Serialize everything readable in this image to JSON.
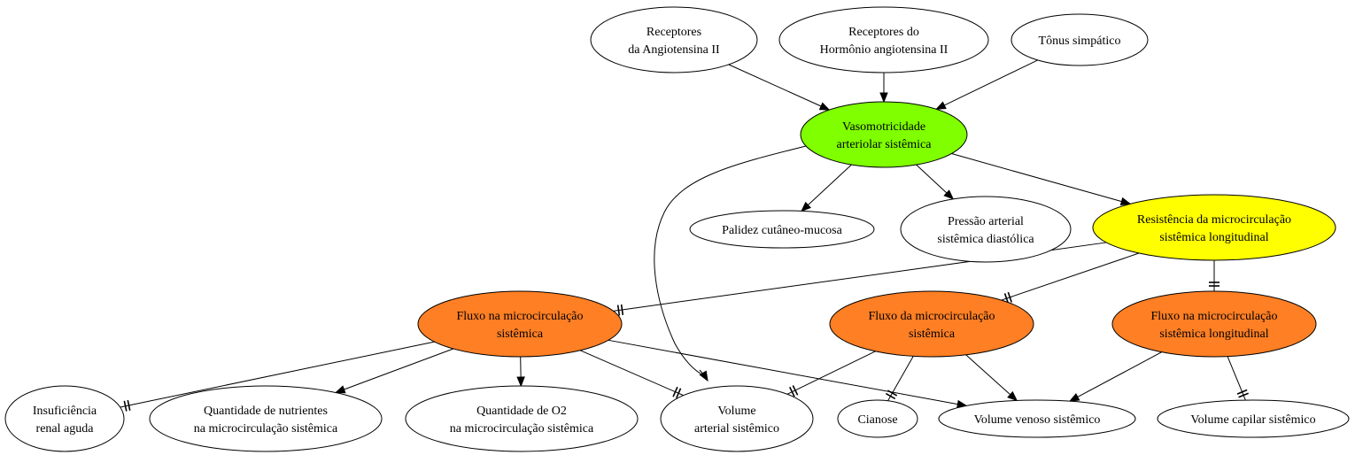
{
  "colors": {
    "white": "#ffffff",
    "green": "#7fff00",
    "yellow": "#ffff00",
    "orange": "#ff7f24"
  },
  "nodes": [
    {
      "id": "receptores-angiotensina",
      "lines": [
        "Receptores",
        "da Angiotensina II"
      ],
      "fill": "white"
    },
    {
      "id": "receptores-hormonio",
      "lines": [
        "Receptores do",
        "Hormônio angiotensina II"
      ],
      "fill": "white"
    },
    {
      "id": "tonus-simpatico",
      "lines": [
        "Tônus simpático"
      ],
      "fill": "white"
    },
    {
      "id": "vasomotricidade",
      "lines": [
        "Vasomotricidade",
        "arteriolar sistêmica"
      ],
      "fill": "green"
    },
    {
      "id": "palidez",
      "lines": [
        "Palidez cutâneo-mucosa"
      ],
      "fill": "white"
    },
    {
      "id": "pressao-arterial",
      "lines": [
        "Pressão arterial",
        "sistêmica diastólica"
      ],
      "fill": "white"
    },
    {
      "id": "resistencia",
      "lines": [
        "Resistência da microcirculação",
        "sistêmica longitudinal"
      ],
      "fill": "yellow"
    },
    {
      "id": "fluxo-na-micro",
      "lines": [
        "Fluxo na microcirculação",
        "sistêmica"
      ],
      "fill": "orange"
    },
    {
      "id": "fluxo-da-micro",
      "lines": [
        "Fluxo da microcirculação",
        "sistêmica"
      ],
      "fill": "orange"
    },
    {
      "id": "fluxo-na-micro-long",
      "lines": [
        "Fluxo na microcirculação",
        "sistêmica longitudinal"
      ],
      "fill": "orange"
    },
    {
      "id": "insuficiencia",
      "lines": [
        "Insuficiência",
        "renal aguda"
      ],
      "fill": "white"
    },
    {
      "id": "nutrientes",
      "lines": [
        "Quantidade de nutrientes",
        "na microcirculação sistêmica"
      ],
      "fill": "white"
    },
    {
      "id": "o2",
      "lines": [
        "Quantidade de O2",
        "na microcirculação sistêmica"
      ],
      "fill": "white"
    },
    {
      "id": "volume-arterial",
      "lines": [
        "Volume",
        "arterial sistêmico"
      ],
      "fill": "white"
    },
    {
      "id": "cianose",
      "lines": [
        "Cianose"
      ],
      "fill": "white"
    },
    {
      "id": "volume-venoso",
      "lines": [
        "Volume venoso sistêmico"
      ],
      "fill": "white"
    },
    {
      "id": "volume-capilar",
      "lines": [
        "Volume capilar sistêmico"
      ],
      "fill": "white"
    }
  ],
  "edges": [
    {
      "from": "receptores-angiotensina",
      "to": "vasomotricidade",
      "head": "arrow"
    },
    {
      "from": "receptores-hormonio",
      "to": "vasomotricidade",
      "head": "arrow"
    },
    {
      "from": "tonus-simpatico",
      "to": "vasomotricidade",
      "head": "arrow"
    },
    {
      "from": "vasomotricidade",
      "to": "palidez",
      "head": "arrow"
    },
    {
      "from": "vasomotricidade",
      "to": "pressao-arterial",
      "head": "arrow"
    },
    {
      "from": "vasomotricidade",
      "to": "resistencia",
      "head": "arrow"
    },
    {
      "from": "vasomotricidade",
      "to": "volume-arterial",
      "head": "arrow"
    },
    {
      "from": "resistencia",
      "to": "fluxo-na-micro",
      "head": "tee"
    },
    {
      "from": "resistencia",
      "to": "fluxo-da-micro",
      "head": "tee"
    },
    {
      "from": "resistencia",
      "to": "fluxo-na-micro-long",
      "head": "tee"
    },
    {
      "from": "fluxo-na-micro",
      "to": "insuficiencia",
      "head": "tee"
    },
    {
      "from": "fluxo-na-micro",
      "to": "nutrientes",
      "head": "arrow"
    },
    {
      "from": "fluxo-na-micro",
      "to": "o2",
      "head": "arrow"
    },
    {
      "from": "fluxo-na-micro",
      "to": "volume-arterial",
      "head": "tee"
    },
    {
      "from": "fluxo-na-micro",
      "to": "volume-venoso",
      "head": "arrow"
    },
    {
      "from": "fluxo-da-micro",
      "to": "volume-arterial",
      "head": "tee"
    },
    {
      "from": "fluxo-da-micro",
      "to": "cianose",
      "head": "tee"
    },
    {
      "from": "fluxo-da-micro",
      "to": "volume-venoso",
      "head": "arrow"
    },
    {
      "from": "fluxo-na-micro-long",
      "to": "volume-venoso",
      "head": "arrow"
    },
    {
      "from": "fluxo-na-micro-long",
      "to": "volume-capilar",
      "head": "tee"
    }
  ]
}
